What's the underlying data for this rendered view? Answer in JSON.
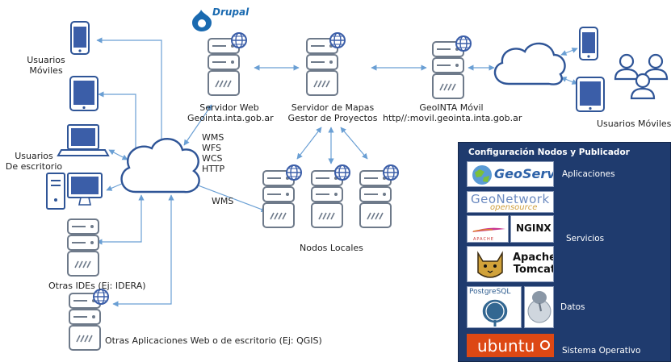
{
  "labels": {
    "usuarios_moviles_left": "Usuarios\nMóviles",
    "usuarios_escritorio": "Usuarios\nDe escritorio",
    "otras_ides": "Otras IDEs (Ej: IDERA)",
    "otras_aplicaciones": "Otras Aplicaciones Web o de escritorio (Ej: QGIS)",
    "servidor_web": "Servidor Web\nGeointa.inta.gob.ar",
    "servidor_mapas": "Servidor de Mapas\nGestor de Proyectos",
    "geointa_movil": "GeoINTA Móvil\nhttp//:movil.geointa.inta.gob.ar",
    "usuarios_moviles_right": "Usuarios Móviles",
    "protocols": "WMS\nWFS\nWCS\nHTTP",
    "wms": "WMS",
    "nodos_locales": "Nodos Locales"
  },
  "logos": {
    "drupal": "Drupal"
  },
  "stack": {
    "title": "Configuración Nodos y Publicador",
    "layers": {
      "aplicaciones": "Aplicaciones",
      "servicios": "Servicios",
      "datos": "Datos",
      "sistema_operativo": "Sistema Operativo"
    },
    "products": {
      "geoserver": "GeoServer",
      "geonetwork": "GeoNetwork",
      "geonetwork_sub": "opensource",
      "apache": "APACHE",
      "nginx": "NGINX",
      "tomcat": "Apache\nTomcat",
      "postgresql": "PostgreSQL",
      "ubuntu": "ubuntu"
    }
  },
  "colors": {
    "server_border": "#6e7a8a",
    "globe": "#3b5ea8",
    "arrow": "#6a9fd4",
    "cloud_stroke": "#2f5597",
    "panel_bg": "#1f3b6e",
    "ubuntu": "#dd4814"
  }
}
